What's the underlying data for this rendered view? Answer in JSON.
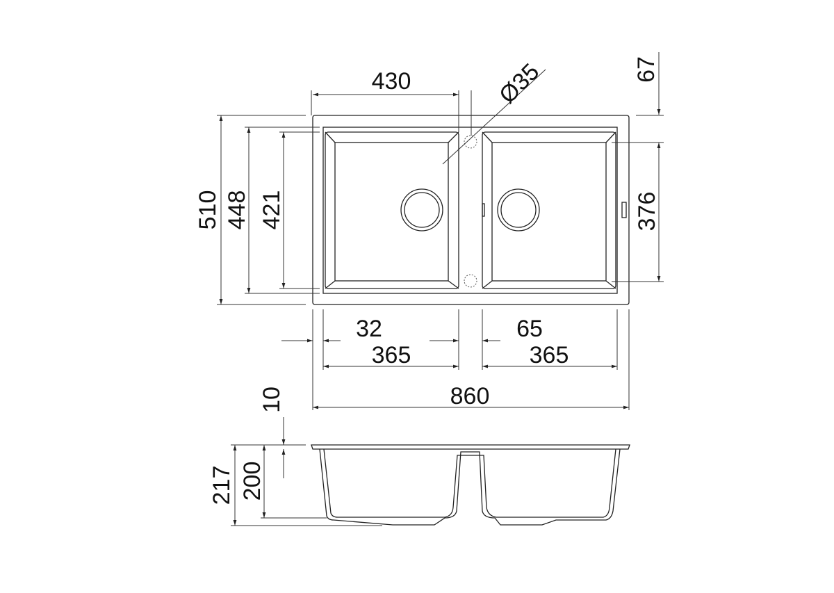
{
  "drawing": {
    "title": "Double bowl sink dimension drawing",
    "dimensions": {
      "bowl_pitch": "430",
      "tap_hole": "Ø35",
      "edge_to_tap": "67",
      "overall_depth": "510",
      "rim_depth": "448",
      "left_bowl_depth": "421",
      "right_bowl_depth": "376",
      "left_offset": "32",
      "center_gap": "65",
      "left_bowl_width": "365",
      "right_bowl_width": "365",
      "overall_width": "860",
      "rim_thickness": "10",
      "overall_height": "217",
      "bowl_height": "200"
    }
  }
}
